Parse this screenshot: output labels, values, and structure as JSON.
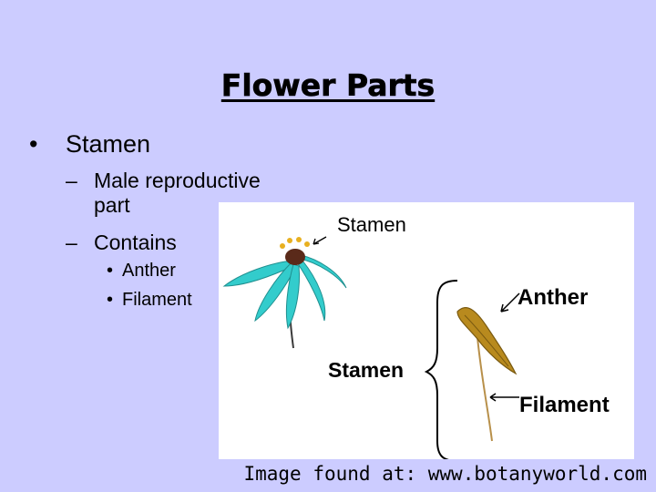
{
  "slide": {
    "title": "Flower Parts",
    "bullet_l1": {
      "bullet_glyph": "•",
      "text": "Stamen"
    },
    "bullets_l2": [
      {
        "dash": "–",
        "line1": "Male reproductive",
        "line2": "part"
      },
      {
        "dash": "–",
        "line1": "Contains"
      }
    ],
    "bullets_l3": [
      {
        "bullet_glyph": "•",
        "text": "Anther"
      },
      {
        "bullet_glyph": "•",
        "text": "Filament"
      }
    ],
    "figure": {
      "label_stamen_top": "Stamen",
      "label_anther": "Anther",
      "label_stamen_side": "Stamen",
      "label_filament": "Filament"
    },
    "credit": "Image found at: www.botanyworld.com"
  },
  "colors": {
    "background": "#ccccff",
    "petal": "#33cccc",
    "anther": "#b88a1e",
    "filament": "#b8904a"
  }
}
